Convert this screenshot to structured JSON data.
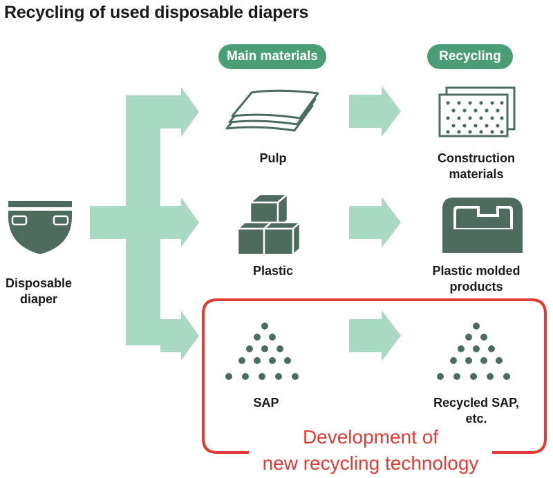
{
  "title": "Recycling of used disposable diapers",
  "headers": {
    "main_materials": "Main materials",
    "recycling": "Recycling"
  },
  "source": {
    "label_line1": "Disposable",
    "label_line2": "diaper",
    "icon": "diaper-icon"
  },
  "materials": [
    {
      "label": "Pulp",
      "icon": "pulp-sheets-icon"
    },
    {
      "label": "Plastic",
      "icon": "plastic-cubes-icon"
    },
    {
      "label": "SAP",
      "icon": "sap-granules-icon"
    }
  ],
  "products": [
    {
      "label_line1": "Construction",
      "label_line2": "materials",
      "icon": "construction-boards-icon"
    },
    {
      "label_line1": "Plastic molded",
      "label_line2": "products",
      "icon": "molded-container-icon"
    },
    {
      "label_line1": "Recycled SAP,",
      "label_line2": "etc.",
      "icon": "recycled-sap-icon"
    }
  ],
  "highlight": {
    "caption_line1": "Development of",
    "caption_line2": "new recycling technology"
  },
  "colors": {
    "accent_green": "#4a9e75",
    "arrow_green": "#a9d8c3",
    "icon_dark": "#4d6b5f",
    "highlight_red": "#e23a35",
    "text_dark": "#1a1a1a"
  }
}
